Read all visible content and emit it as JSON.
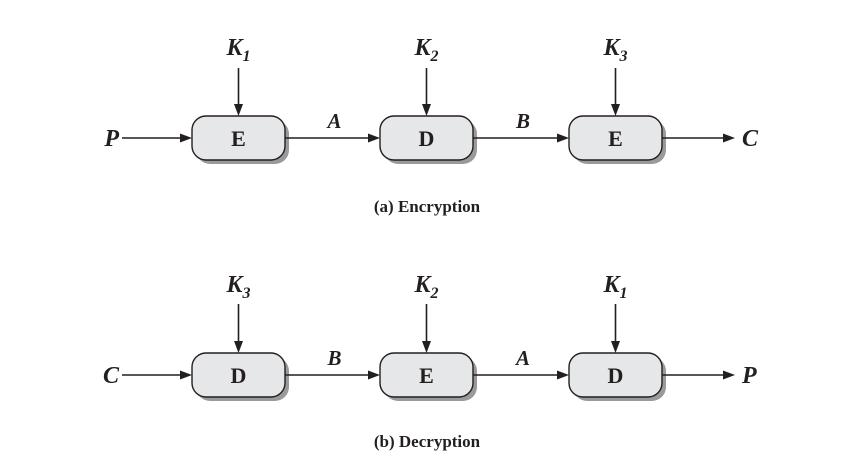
{
  "panels": [
    {
      "input": "P",
      "output": "C",
      "caption": "(a) Encryption",
      "stages": [
        {
          "op": "E",
          "key": "K",
          "key_sub": "1"
        },
        {
          "op": "D",
          "key": "K",
          "key_sub": "2"
        },
        {
          "op": "E",
          "key": "K",
          "key_sub": "3"
        }
      ],
      "intermediates": [
        "A",
        "B"
      ]
    },
    {
      "input": "C",
      "output": "P",
      "caption": "(b) Decryption",
      "stages": [
        {
          "op": "D",
          "key": "K",
          "key_sub": "3"
        },
        {
          "op": "E",
          "key": "K",
          "key_sub": "2"
        },
        {
          "op": "D",
          "key": "K",
          "key_sub": "1"
        }
      ],
      "intermediates": [
        "B",
        "A"
      ]
    }
  ]
}
